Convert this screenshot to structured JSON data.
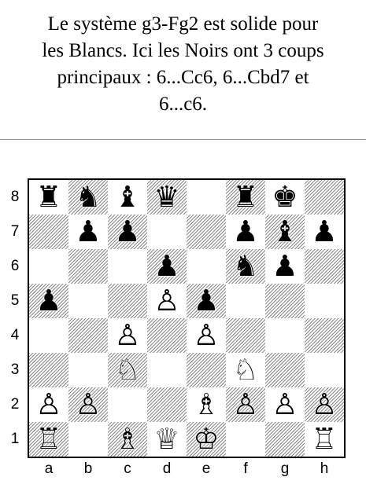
{
  "caption": {
    "lines": [
      "Le système g3-Fg2 est solide pour",
      "les Blancs. Ici les Noirs ont 3 coups",
      "principaux : 6...Cc6, 6...Cbd7 et",
      "6...c6."
    ]
  },
  "board": {
    "files": [
      "a",
      "b",
      "c",
      "d",
      "e",
      "f",
      "g",
      "h"
    ],
    "ranks": [
      "8",
      "7",
      "6",
      "5",
      "4",
      "3",
      "2",
      "1"
    ],
    "position": [
      [
        "r",
        "n",
        "b",
        "q",
        "",
        "r",
        "k",
        ""
      ],
      [
        "",
        "p",
        "p",
        "",
        "",
        "p",
        "b",
        "p"
      ],
      [
        "",
        "",
        "",
        "p",
        "",
        "n",
        "p",
        ""
      ],
      [
        "p",
        "",
        "",
        "P",
        "p",
        "",
        "",
        ""
      ],
      [
        "",
        "",
        "P",
        "",
        "P",
        "",
        "",
        ""
      ],
      [
        "",
        "",
        "N",
        "",
        "",
        "N",
        "",
        ""
      ],
      [
        "P",
        "P",
        "",
        "",
        "B",
        "P",
        "P",
        "P"
      ],
      [
        "R",
        "",
        "B",
        "Q",
        "K",
        "",
        "",
        "R"
      ]
    ]
  }
}
